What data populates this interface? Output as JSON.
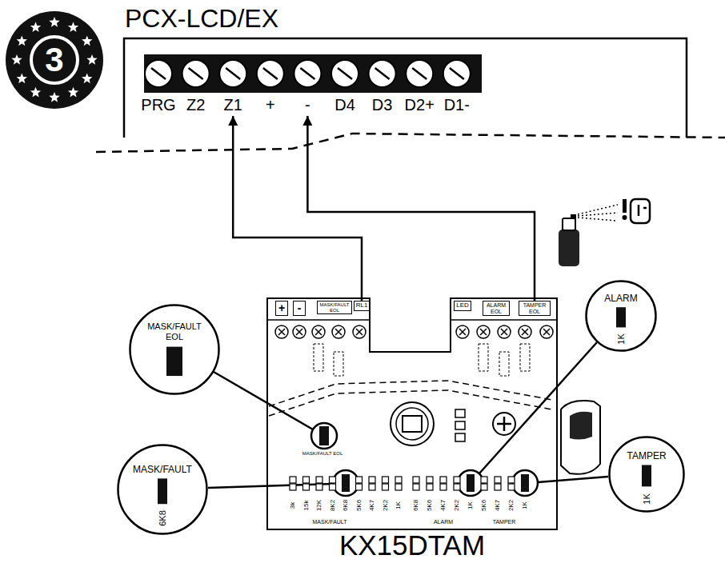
{
  "diagram": {
    "nodes": [
      {
        "text": [
          "3"
        ]
      },
      {
        "text": [
          "PCX-LCD/EX"
        ]
      },
      {
        "text": [
          "PRG"
        ],
        "in": 1
      },
      {
        "text": [
          "Z2"
        ],
        "in": 1
      },
      {
        "text": [
          "Z1"
        ],
        "in": 1
      },
      {
        "text": [
          "+"
        ],
        "in": 1
      },
      {
        "text": [
          "-"
        ],
        "in": 1
      },
      {
        "text": [
          "D4"
        ],
        "in": 1
      },
      {
        "text": [
          "D3"
        ],
        "in": 1
      },
      {
        "text": [
          "D2+"
        ],
        "in": 1
      },
      {
        "text": [
          "D1-"
        ],
        "in": 1
      },
      {
        "text": [
          "KX15DTAM"
        ]
      },
      {
        "text": [
          "+"
        ],
        "in": 11
      },
      {
        "text": [
          "-"
        ],
        "in": 11
      },
      {
        "text": [
          "MASK/FAULT EOL"
        ],
        "in": 11
      },
      {
        "text": [
          "RL1"
        ],
        "in": 11
      },
      {
        "text": [
          "LED"
        ],
        "in": 11
      },
      {
        "text": [
          "ALARM EOL"
        ],
        "in": 11
      },
      {
        "text": [
          "TAMPER EOL"
        ],
        "in": 11
      },
      {
        "text": [
          "MASK/FAULT EOL"
        ]
      },
      {
        "text": [
          "ALARM",
          "1K"
        ]
      },
      {
        "text": [
          "MASK/FAULT",
          "6K8"
        ]
      },
      {
        "text": [
          "TAMPER",
          "1K"
        ]
      }
    ],
    "edges": [
      {
        "from": 15,
        "to": 4,
        "arrow": "to"
      },
      {
        "from": 18,
        "to": 6,
        "arrow": "to"
      }
    ],
    "labels": [
      "3k",
      "15k",
      "12K",
      "8K2",
      "6K8",
      "5K6",
      "4K7",
      "2K2",
      "1K",
      "6K8",
      "5K6",
      "4K7",
      "2K2",
      "1K",
      "5K6",
      "4K7",
      "2K2",
      "1K",
      "MASK/FAULT",
      "ALARM",
      "TAMPER",
      "MASK/FAULT EOL"
    ]
  }
}
